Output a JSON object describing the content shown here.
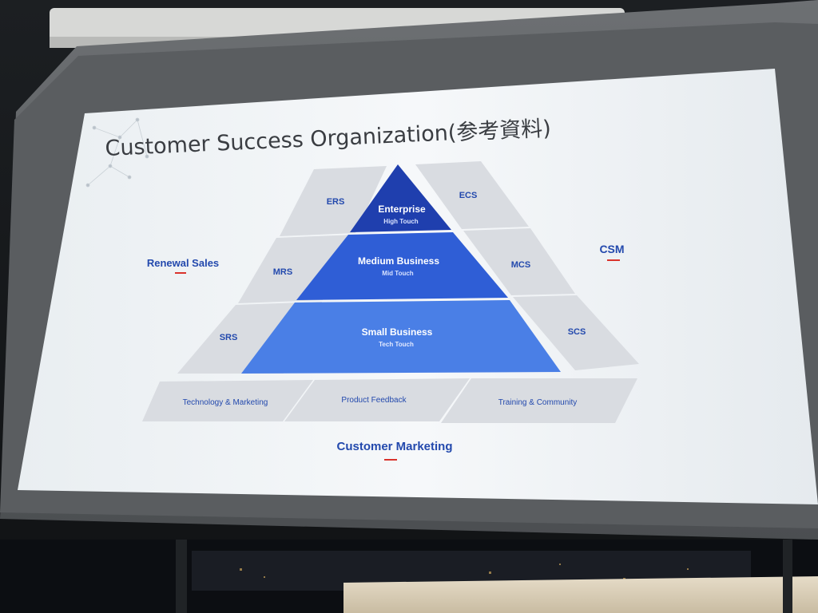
{
  "slide": {
    "title": "Customer Success Organization(参考資料)",
    "pyramid": {
      "top": {
        "label": "Enterprise",
        "sub": "High Touch"
      },
      "middle": {
        "label": "Medium Business",
        "sub": "Mid Touch"
      },
      "bottom": {
        "label": "Small Business",
        "sub": "Tech Touch"
      }
    },
    "left_band": {
      "top": "ERS",
      "middle": "MRS",
      "bottom": "SRS"
    },
    "right_band": {
      "top": "ECS",
      "middle": "MCS",
      "bottom": "SCS"
    },
    "base_band": [
      "Technology & Marketing",
      "Product Feedback",
      "Training & Community"
    ],
    "left_label": "Renewal Sales",
    "right_label": "CSM",
    "bottom_label": "Customer Marketing"
  },
  "colors": {
    "dark_blue": "#1f3fae",
    "mid_blue": "#2f5ed6",
    "light_blue": "#4a7fe6",
    "panel_grey": "#d9dce1",
    "accent_red": "#d9332c",
    "label_blue": "#2349ad",
    "screen_bg": "#f3f6f8"
  }
}
